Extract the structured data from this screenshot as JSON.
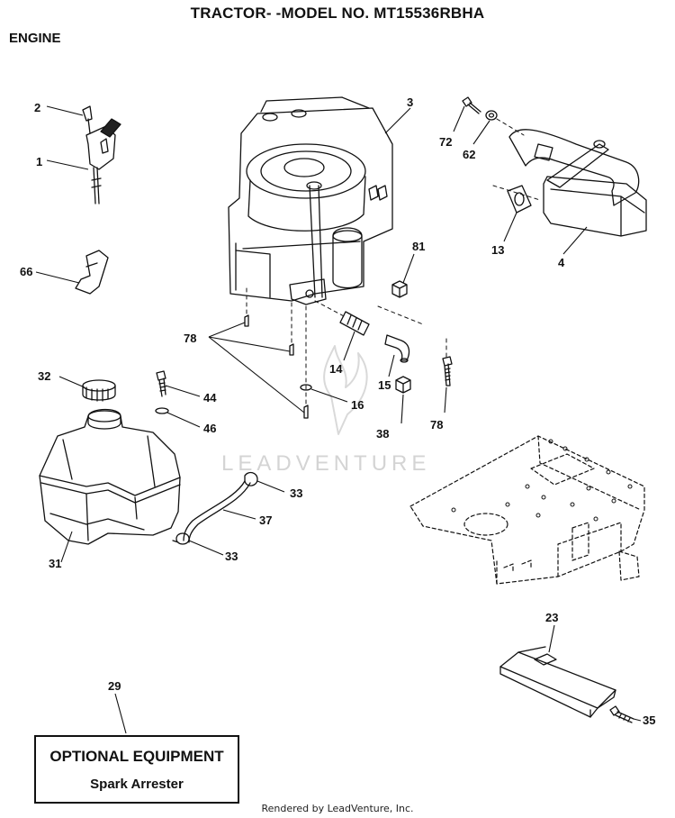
{
  "header": {
    "title": "TRACTOR- -MODEL NO. MT15536RBHA",
    "section": "ENGINE"
  },
  "watermark": "LEADVENTURE",
  "callouts": {
    "c1": "1",
    "c2": "2",
    "c3": "3",
    "c4": "4",
    "c13": "13",
    "c14": "14",
    "c15": "15",
    "c16": "16",
    "c23": "23",
    "c29": "29",
    "c31": "31",
    "c32": "32",
    "c33a": "33",
    "c33b": "33",
    "c35": "35",
    "c37": "37",
    "c38": "38",
    "c44": "44",
    "c46": "46",
    "c62": "62",
    "c66": "66",
    "c72": "72",
    "c78a": "78",
    "c78b": "78",
    "c81": "81"
  },
  "optional_equipment": {
    "title": "OPTIONAL EQUIPMENT",
    "item": "Spark Arrester"
  },
  "footer": "Rendered by LeadVenture, Inc."
}
